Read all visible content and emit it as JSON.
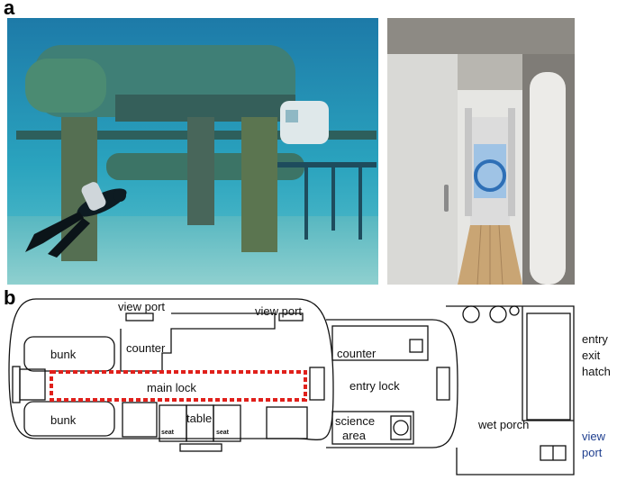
{
  "panels": {
    "a": "a",
    "b": "b"
  },
  "floor_plan": {
    "labels": {
      "view_port_1": "view port",
      "view_port_2": "view port",
      "bunk_top": "bunk",
      "bunk_bottom": "bunk",
      "counter_left": "counter",
      "counter_right": "counter",
      "main_lock": "main lock",
      "entry_lock": "entry lock",
      "table": "table",
      "seat_1": "seat",
      "seat_2": "seat",
      "science_1": "science",
      "science_2": "area",
      "wet_porch": "wet porch",
      "entry": "entry",
      "exit": "exit",
      "hatch": "hatch",
      "view_right_1": "view",
      "view_right_2": "port"
    },
    "colors": {
      "main_lock_outline": "#e0201b",
      "view_port_label": "#1f3f8f"
    }
  }
}
